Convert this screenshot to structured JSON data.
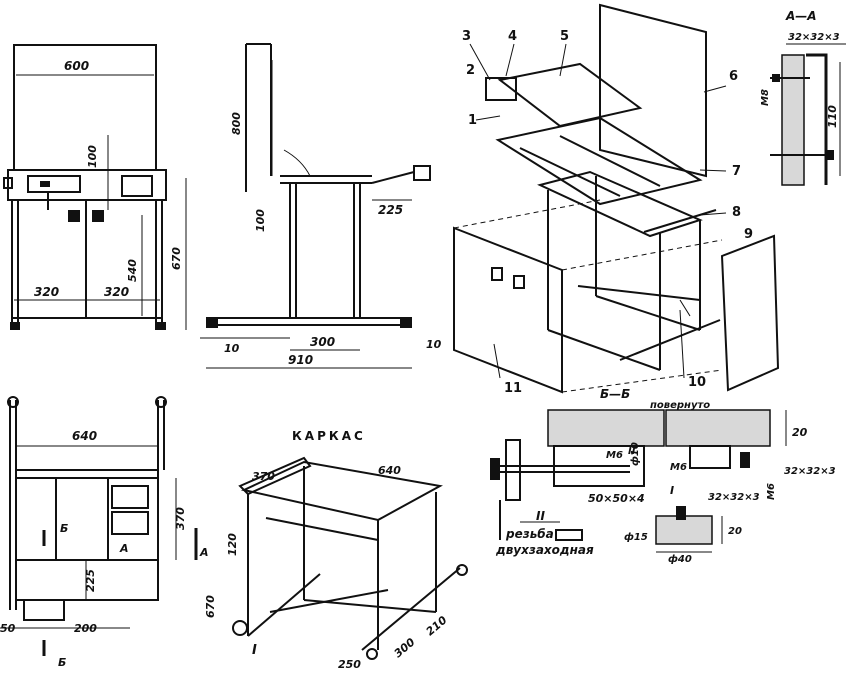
{
  "front_view": {
    "d_width": "600",
    "d_100": "100",
    "d_540": "540",
    "d_670": "670",
    "d_left": "320",
    "d_right": "320"
  },
  "side_view": {
    "d_800": "800",
    "d_100": "100",
    "d_225": "225",
    "d_10a": "10",
    "d_300": "300",
    "d_10b": "10",
    "d_910": "910"
  },
  "parts": {
    "p1": "1",
    "p2": "2",
    "p3": "3",
    "p4": "4",
    "p5": "5",
    "p6": "6",
    "p7": "7",
    "p8": "8",
    "p9": "9",
    "p10": "10",
    "p11": "11"
  },
  "section_aa": {
    "title": "А—А",
    "angle": "32×32×3",
    "m8": "М8",
    "d_110": "110"
  },
  "top_view": {
    "d_640": "640",
    "d_370": "370",
    "d_225": "225",
    "d_50": "50",
    "d_200": "200",
    "mark_b_top": "Б",
    "mark_b_bot": "Б",
    "mark_a_left": "А",
    "mark_a_right": "А"
  },
  "frame": {
    "title": "КАРКАС",
    "d_370": "370",
    "d_640": "640",
    "d_120": "120",
    "d_670": "670",
    "d_250": "250",
    "d_300": "300",
    "d_210": "210",
    "node": "I"
  },
  "section_bb": {
    "title": "Б—Б",
    "rotated": "повернуто",
    "d_20a": "20",
    "d_20b": "20",
    "phi10": "ф10",
    "m6a": "М6",
    "m6b": "М6",
    "m6c": "М6",
    "node_ii": "II",
    "angle1": "32×32×3",
    "angle2": "32×32×3",
    "tube": "50×50×4",
    "node_i": "I",
    "phi15": "ф15",
    "phi40": "ф40",
    "thread_label": "II",
    "thread_text1": "резьба",
    "thread_text2": "двухзаходная"
  }
}
